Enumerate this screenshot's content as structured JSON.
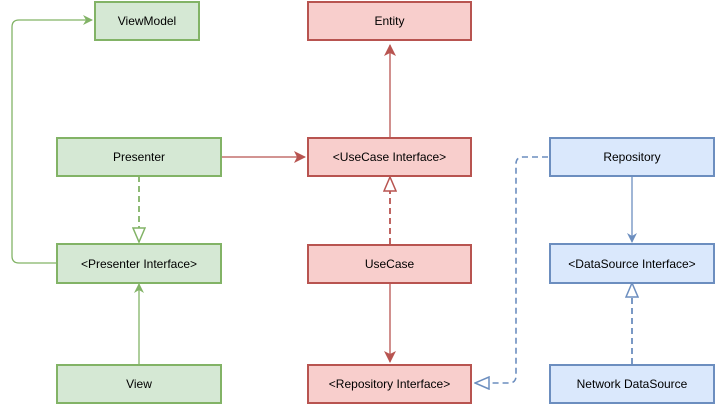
{
  "diagram": {
    "colors": {
      "green_fill": "#d5e8d4",
      "green_stroke": "#82b366",
      "red_fill": "#f8cecc",
      "red_stroke": "#b85450",
      "blue_fill": "#dae8fc",
      "blue_stroke": "#6c8ebf"
    },
    "nodes": {
      "viewmodel": "ViewModel",
      "entity": "Entity",
      "presenter": "Presenter",
      "usecase_interface": "<UseCase Interface>",
      "repository": "Repository",
      "presenter_interface": "<Presenter Interface>",
      "usecase": "UseCase",
      "datasource_interface": "<DataSource Interface>",
      "view": "View",
      "repository_interface": "<Repository Interface>",
      "network_datasource": "Network DataSource"
    }
  }
}
